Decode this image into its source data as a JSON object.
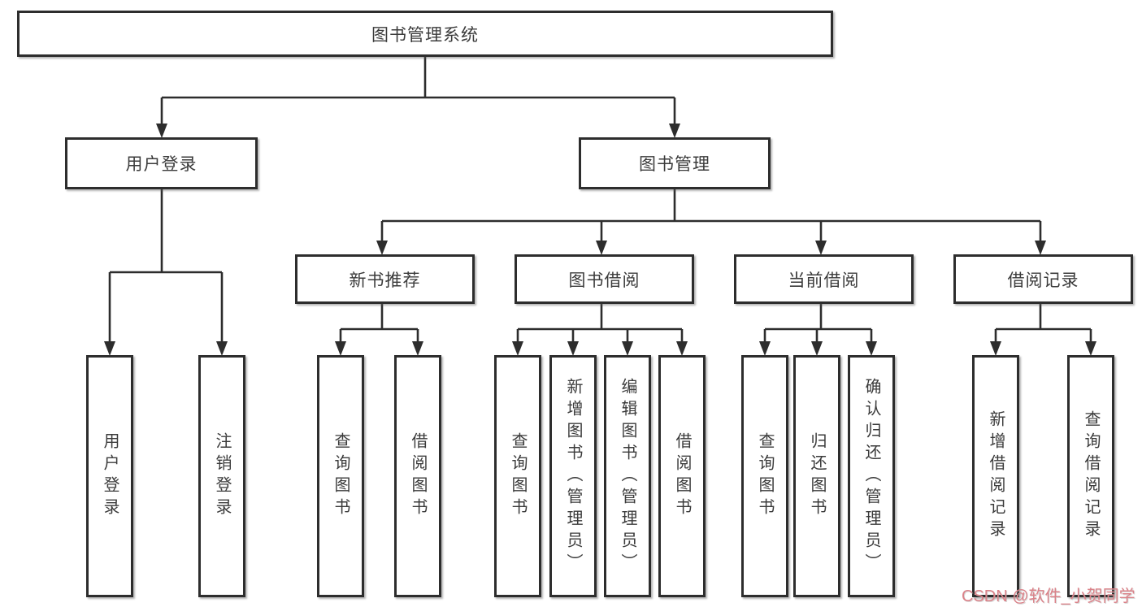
{
  "tree": {
    "label": "图书管理系统",
    "children": [
      {
        "label": "用户登录",
        "children": [
          {
            "label": "用户登录"
          },
          {
            "label": "注销登录"
          }
        ]
      },
      {
        "label": "图书管理",
        "children": [
          {
            "label": "新书推荐",
            "children": [
              {
                "label": "查询图书"
              },
              {
                "label": "借阅图书"
              }
            ]
          },
          {
            "label": "图书借阅",
            "children": [
              {
                "label": "查询图书"
              },
              {
                "label": "新增图书（管理员）"
              },
              {
                "label": "编辑图书（管理员）"
              },
              {
                "label": "借阅图书"
              }
            ]
          },
          {
            "label": "当前借阅",
            "children": [
              {
                "label": "查询图书"
              },
              {
                "label": "归还图书"
              },
              {
                "label": "确认归还（管理员）"
              }
            ]
          },
          {
            "label": "借阅记录",
            "children": [
              {
                "label": "新增借阅记录"
              },
              {
                "label": "查询借阅记录"
              }
            ]
          }
        ]
      }
    ]
  },
  "watermark": {
    "text": "CSDN @软件_小贺同学"
  },
  "colors": {
    "line": "#2d2d2d",
    "text": "#3b3b3b",
    "wm": "#db8289"
  }
}
